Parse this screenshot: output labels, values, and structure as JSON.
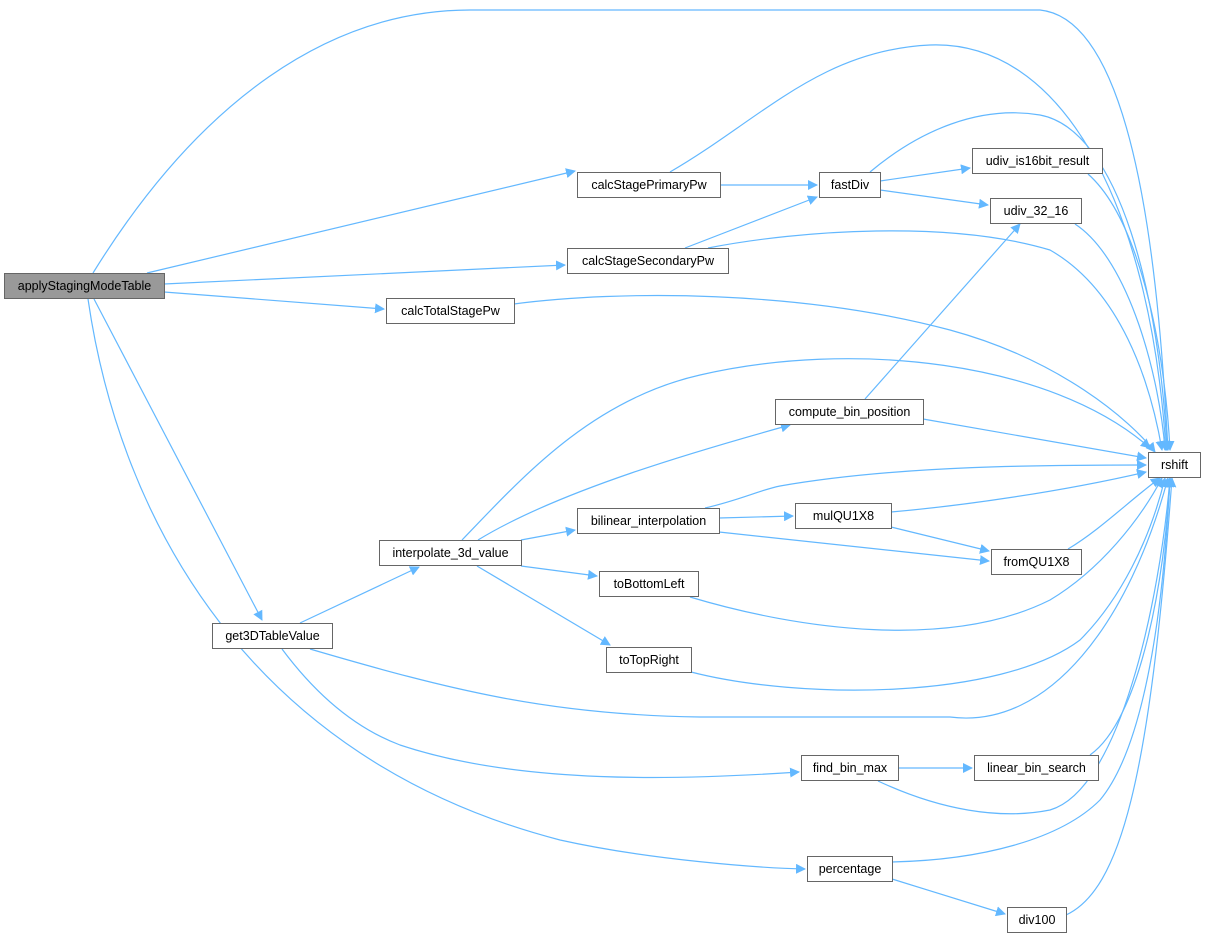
{
  "graph": {
    "type": "call-graph",
    "edge_color": "#63b8ff",
    "root_fill": "#999999",
    "nodes": {
      "applyStagingModeTable": "applyStagingModeTable",
      "calcStagePrimaryPw": "calcStagePrimaryPw",
      "calcStageSecondaryPw": "calcStageSecondaryPw",
      "calcTotalStagePw": "calcTotalStagePw",
      "fastDiv": "fastDiv",
      "udiv_is16bit_result": "udiv_is16bit_result",
      "udiv_32_16": "udiv_32_16",
      "compute_bin_position": "compute_bin_position",
      "rshift": "rshift",
      "bilinear_interpolation": "bilinear_interpolation",
      "mulQU1X8": "mulQU1X8",
      "interpolate_3d_value": "interpolate_3d_value",
      "fromQU1X8": "fromQU1X8",
      "toBottomLeft": "toBottomLeft",
      "toTopRight": "toTopRight",
      "get3DTableValue": "get3DTableValue",
      "find_bin_max": "find_bin_max",
      "linear_bin_search": "linear_bin_search",
      "percentage": "percentage",
      "div100": "div100"
    }
  }
}
